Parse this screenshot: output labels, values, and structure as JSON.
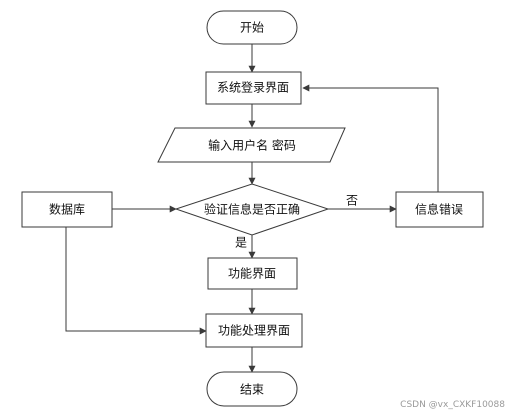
{
  "nodes": {
    "start": "开始",
    "login": "系统登录界面",
    "input": "输入用户名 密码",
    "database": "数据库",
    "verify": "验证信息是否正确",
    "error": "信息错误",
    "function_page": "功能界面",
    "function_process_page": "功能处理界面",
    "end": "结束"
  },
  "edge_labels": {
    "no": "否",
    "yes": "是"
  },
  "watermark": "CSDN @vx_CXKF10088"
}
